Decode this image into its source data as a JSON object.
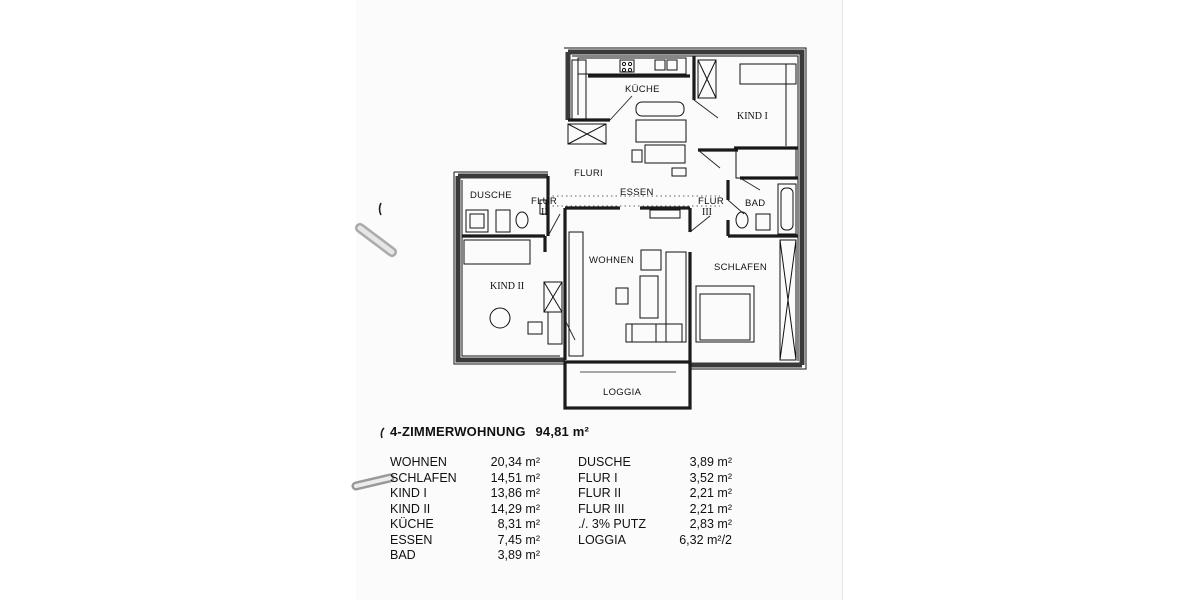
{
  "plan": {
    "rooms": {
      "kueche": "KÜCHE",
      "kind1": "KIND I",
      "flur1": "FLURI",
      "essen": "ESSEN",
      "dusche": "DUSCHE",
      "flur2": "FLUR",
      "flur2_num": "II",
      "flur3": "FLUR",
      "flur3_num": "III",
      "bad": "BAD",
      "wohnen": "WOHNEN",
      "schlafen": "SCHLAFEN",
      "kind2": "KIND II",
      "loggia": "LOGGIA"
    }
  },
  "summary": {
    "title": "4-ZIMMERWOHNUNG",
    "total": "94,81 m²"
  },
  "areas_left": [
    {
      "name": "WOHNEN",
      "area": "20,34 m²"
    },
    {
      "name": "SCHLAFEN",
      "area": "14,51 m²"
    },
    {
      "name": "KIND I",
      "area": "13,86 m²"
    },
    {
      "name": "KIND II",
      "area": "14,29 m²"
    },
    {
      "name": "KÜCHE",
      "area": "8,31 m²"
    },
    {
      "name": "ESSEN",
      "area": "7,45 m²"
    },
    {
      "name": "BAD",
      "area": "3,89 m²"
    }
  ],
  "areas_right": [
    {
      "name": "DUSCHE",
      "area": "3,89 m²"
    },
    {
      "name": "FLUR I",
      "area": "3,52 m²"
    },
    {
      "name": "FLUR II",
      "area": "2,21 m²"
    },
    {
      "name": "FLUR III",
      "area": "2,21 m²"
    },
    {
      "name": "./. 3% PUTZ",
      "area": "2,83 m²"
    },
    {
      "name": "LOGGIA",
      "area": "6,32 m²/2"
    }
  ]
}
